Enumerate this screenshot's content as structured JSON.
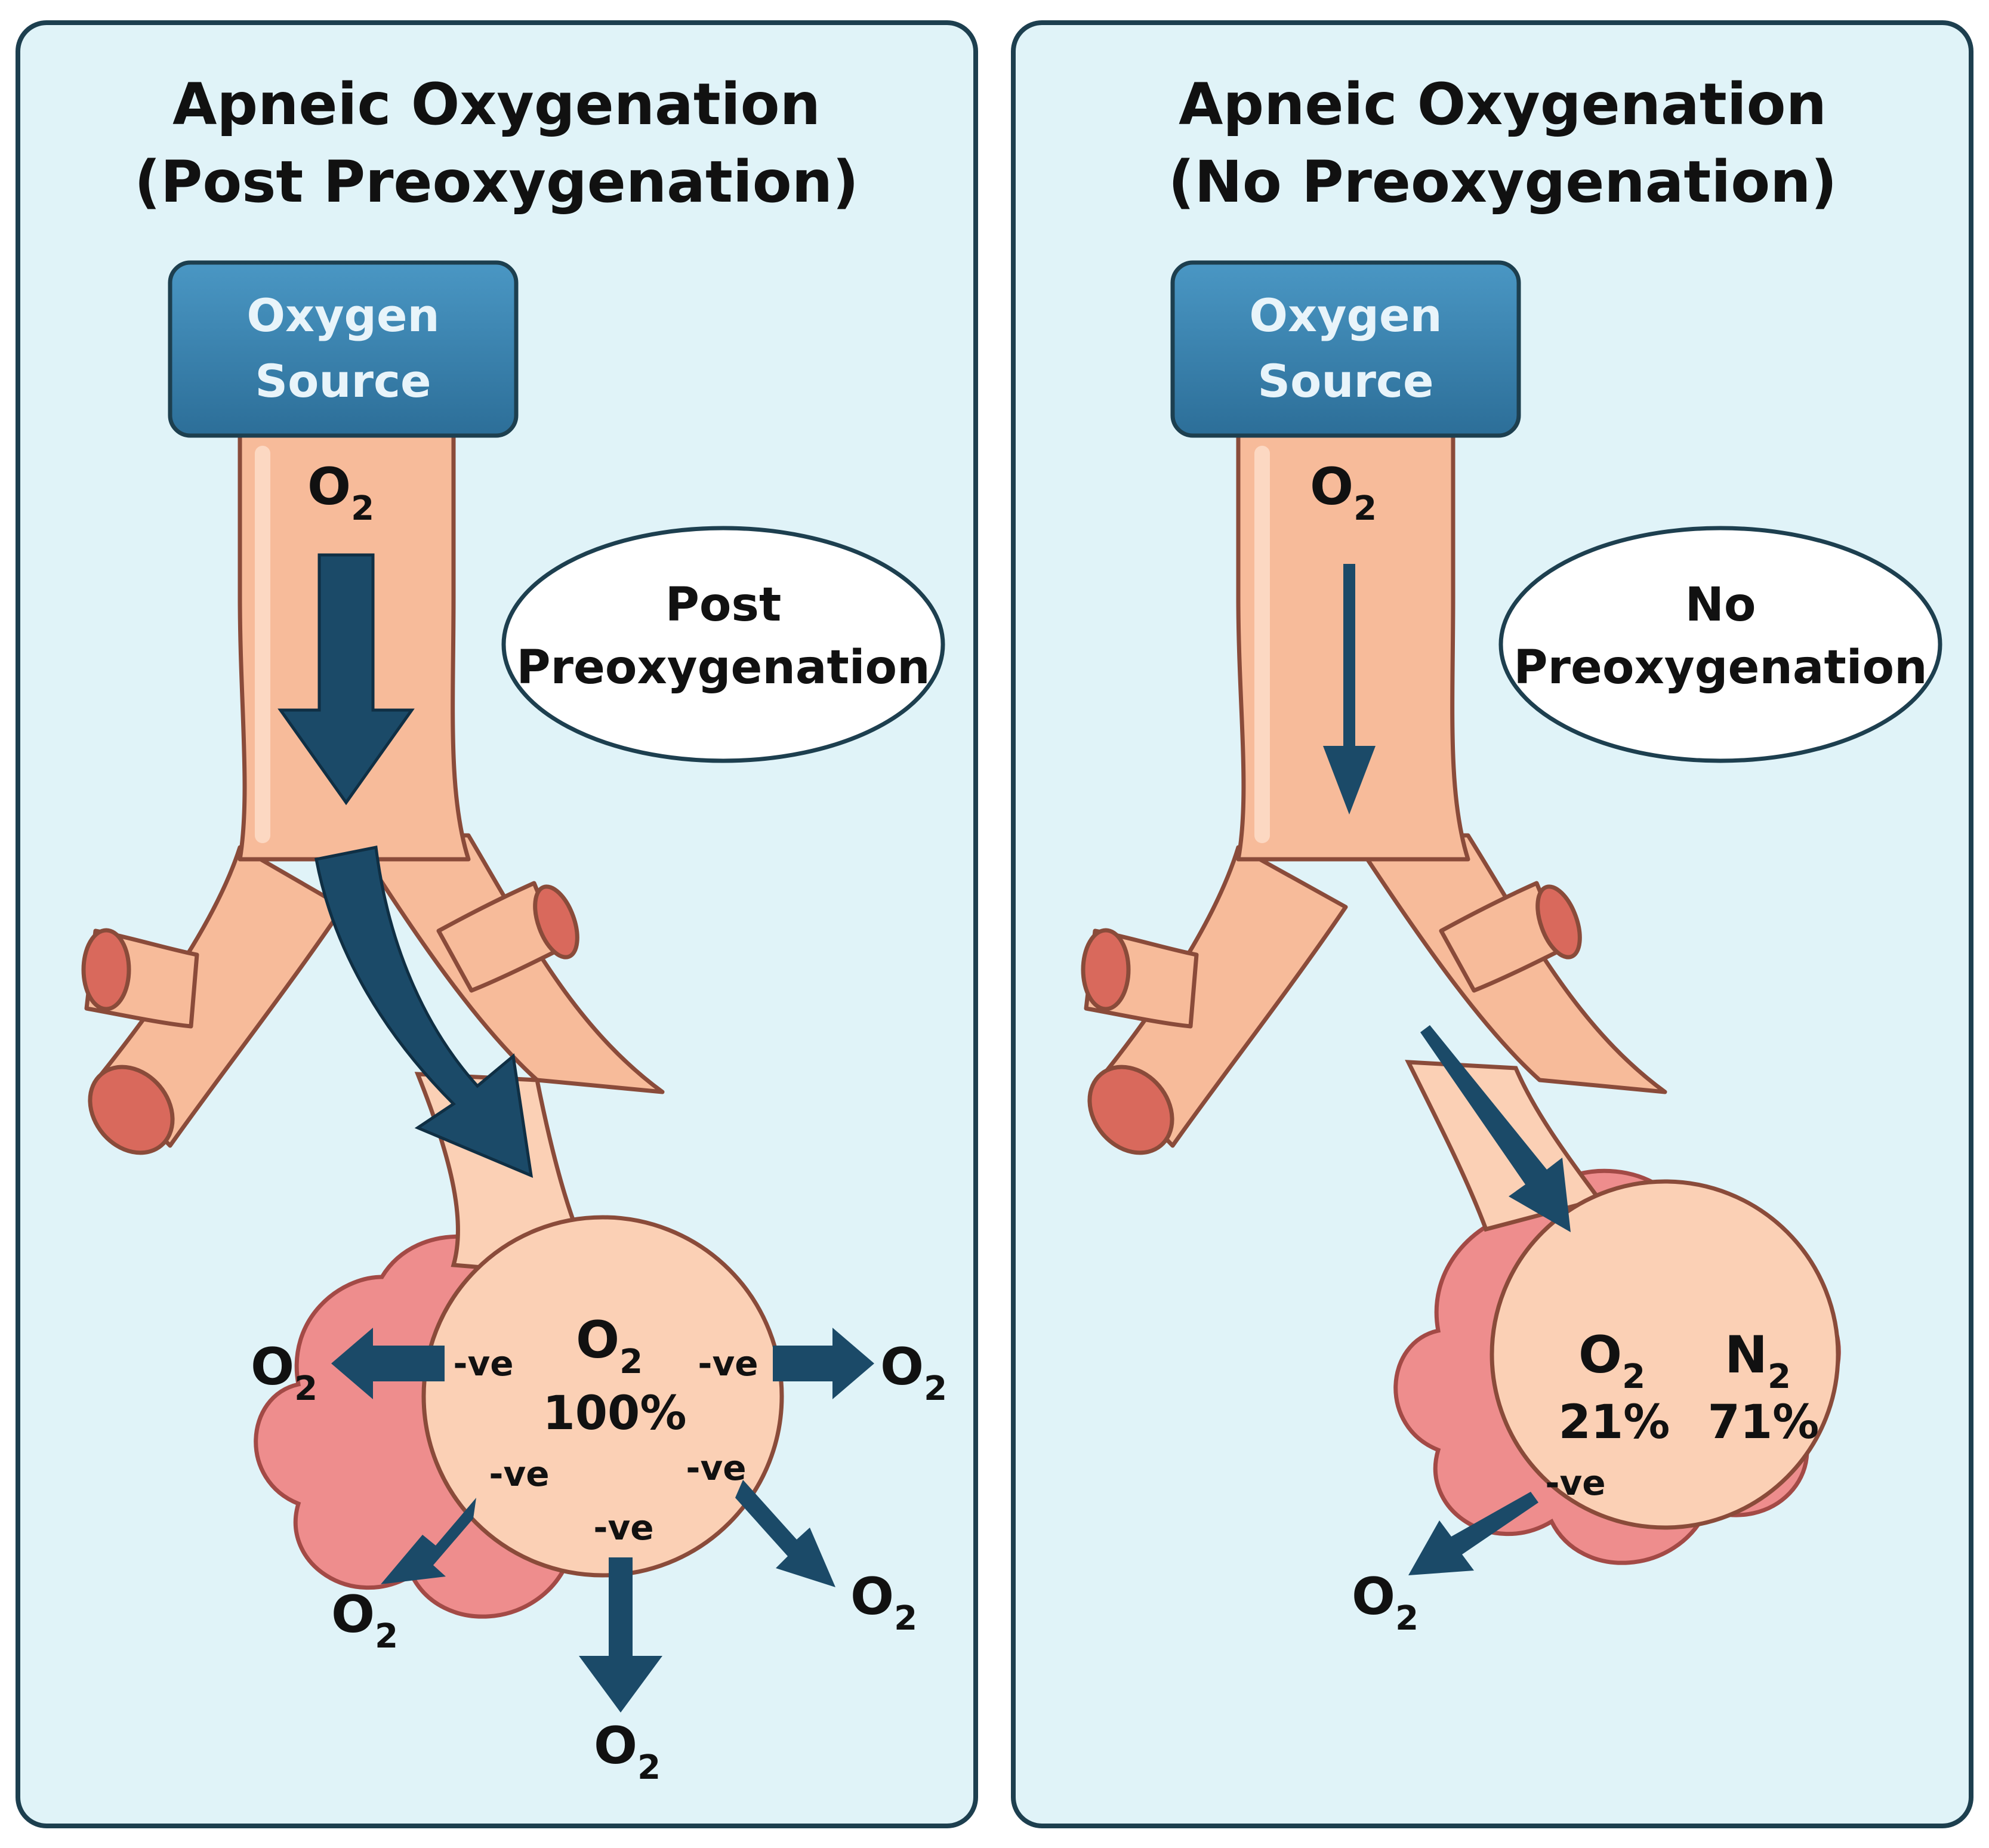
{
  "panels": [
    {
      "title_line1": "Apneic Oxygenation",
      "title_line2": "(Post Preoxygenation)",
      "source_line1": "Oxygen",
      "source_line2": "Source",
      "inflow_gas": "O",
      "inflow_gas_sub": "2",
      "status_line1": "Post",
      "status_line2": "Preoxygenation",
      "alveolus_gases": [
        {
          "gas": "O",
          "sub": "2",
          "percent": "100%"
        }
      ],
      "pressure_label": "-ve",
      "outflow_gas": "O",
      "outflow_gas_sub": "2",
      "outflow_count": 5
    },
    {
      "title_line1": "Apneic Oxygenation",
      "title_line2": "(No Preoxygenation)",
      "source_line1": "Oxygen",
      "source_line2": "Source",
      "inflow_gas": "O",
      "inflow_gas_sub": "2",
      "status_line1": "No",
      "status_line2": "Preoxygenation",
      "alveolus_gases": [
        {
          "gas": "O",
          "sub": "2",
          "percent": "21%"
        },
        {
          "gas": "N",
          "sub": "2",
          "percent": "71%"
        }
      ],
      "pressure_label": "-ve",
      "outflow_gas": "O",
      "outflow_gas_sub": "2",
      "outflow_count": 1
    }
  ],
  "colors": {
    "panel_bg": "#e0f3f8",
    "panel_border": "#1d3f4f",
    "airway_fill": "#f7bb9a",
    "airway_stroke": "#8a4b3a",
    "alveolus_outer": "#ee8d8d",
    "alveolus_inner": "#fbd0b5",
    "arrow": "#1b4a68",
    "source_box": "#3a86b3"
  }
}
